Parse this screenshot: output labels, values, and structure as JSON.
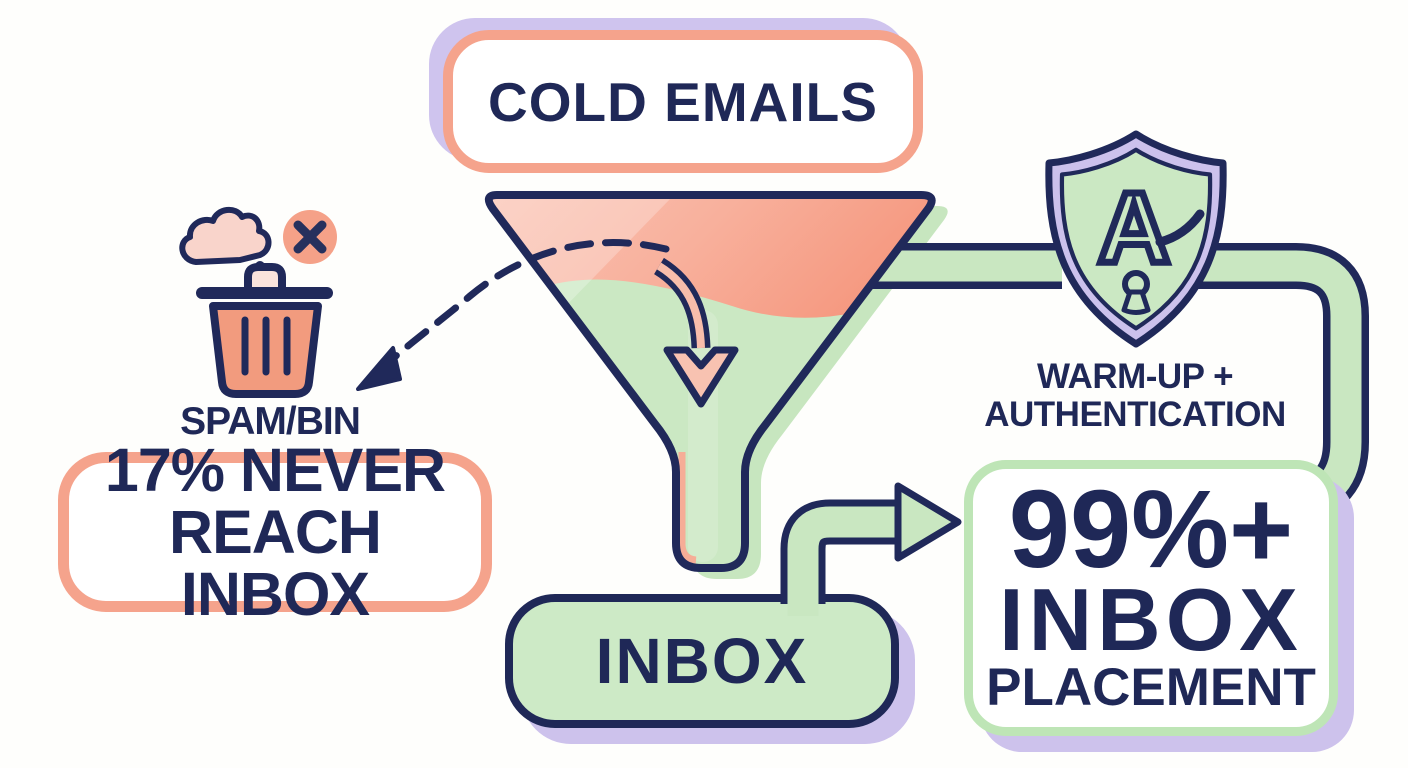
{
  "flow": {
    "source_label": "COLD EMAILS",
    "inbox_label": "INBOX"
  },
  "spam_branch": {
    "label": "SPAM/BIN",
    "stat_line1": "17% NEVER",
    "stat_line2": "REACH INBOX"
  },
  "auth_branch": {
    "shield_monogram": "A",
    "label_line1": "WARM-UP +",
    "label_line2": "AUTHENTICATION",
    "result_line1": "99%+",
    "result_line2": "INBOX",
    "result_line3": "PLACEMENT"
  },
  "colors": {
    "navy": "#1f2857",
    "salmon_border": "#f5a38c",
    "salmon_light": "#fbc7b8",
    "salmon_deep": "#f5977e",
    "trash_salmon": "#f29b7e",
    "cloud_pink": "#f9d4cb",
    "green_fill": "#cbe8c3",
    "green_pipe": "#c9e7c1",
    "green_sticker_border": "#bee5b6",
    "lavender": "#cfc4ee",
    "sticker_white": "#ffffff"
  },
  "icons": {
    "funnel": "funnel-icon",
    "trash": "trash-icon",
    "cloud": "spam-cloud-icon",
    "x_badge": "x-badge-icon",
    "shield": "auth-shield-icon",
    "keyhole": "keyhole-icon",
    "dashed_arrow": "dashed-arrow-to-spam",
    "down_arrow": "funnel-down-arrow",
    "right_arrow": "inbox-to-placement-arrow"
  }
}
